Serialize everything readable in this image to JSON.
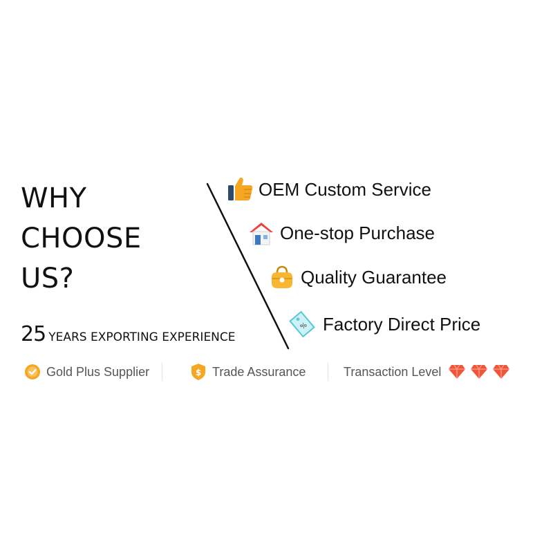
{
  "heading": {
    "line1": "WHY",
    "line2": "CHOOSE",
    "line3": "US?"
  },
  "experience": {
    "number": "25",
    "text": "YEARS EXPORTING EXPERIENCE"
  },
  "features": [
    {
      "label": "OEM Custom Service",
      "icon": "thumbs-up-icon"
    },
    {
      "label": "One-stop Purchase",
      "icon": "house-icon"
    },
    {
      "label": "Quality Guarantee",
      "icon": "purse-icon"
    },
    {
      "label": "Factory Direct Price",
      "icon": "price-tag-icon"
    }
  ],
  "badges": {
    "gold": {
      "label": "Gold Plus Supplier",
      "icon": "gold-medal-icon"
    },
    "trade": {
      "label": "Trade Assurance",
      "icon": "shield-dollar-icon"
    },
    "transaction": {
      "label": "Transaction Level",
      "icon": "diamond-icon",
      "level": 3
    }
  },
  "colors": {
    "accent_orange": "#f08a24",
    "gem_red": "#f0553a",
    "icon_blue": "#2e4a6b"
  }
}
